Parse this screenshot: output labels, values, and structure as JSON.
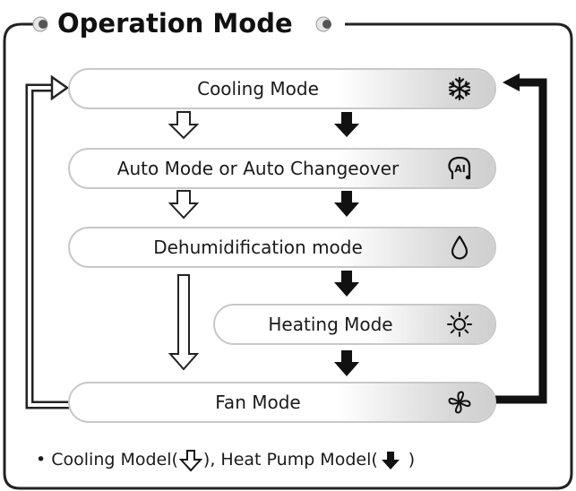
{
  "title": "Operation Mode",
  "modes": [
    {
      "label": "Cooling Mode",
      "icon": "snowflake-icon"
    },
    {
      "label": "Auto Mode or Auto Changeover",
      "icon": "ai-icon",
      "icon_text": "AI"
    },
    {
      "label": "Dehumidification mode",
      "icon": "water-drop-icon"
    },
    {
      "label": "Heating Mode",
      "icon": "sun-icon"
    },
    {
      "label": "Fan Mode",
      "icon": "fan-icon"
    }
  ],
  "legend": {
    "prefix": "• Cooling Model(",
    "middle": "), Heat Pump Model(",
    "suffix": " )",
    "cooling_symbol": "hollow-down-arrow-icon",
    "heatpump_symbol": "solid-down-arrow-icon"
  },
  "colors": {
    "outline": "#222222",
    "pill_border": "#c8c8c8",
    "pill_shade": "#d0d0d0"
  }
}
